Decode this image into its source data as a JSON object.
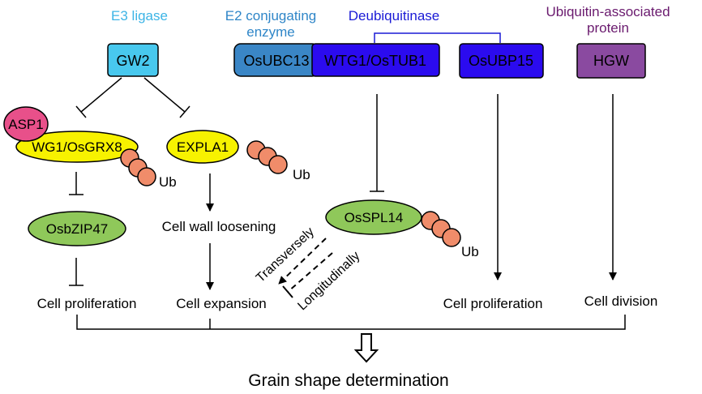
{
  "headers": {
    "e3": "E3 ligase",
    "e2_line1": "E2 conjugating",
    "e2_line2": "enzyme",
    "dub": "Deubiquitinase",
    "uap_line1": "Ubiquitin-associated",
    "uap_line2": "protein"
  },
  "nodes": {
    "gw2": "GW2",
    "osubc13": "OsUBC13",
    "wtg1": "WTG1/OsTUB1",
    "osubp15": "OsUBP15",
    "hgw": "HGW",
    "asp1": "ASP1",
    "wg1": "WG1/OsGRX8",
    "expla1": "EXPLA1",
    "osbzip47": "OsbZIP47",
    "osspl14": "OsSPL14"
  },
  "ub_label": "Ub",
  "outcomes": {
    "cell_wall": "Cell wall loosening",
    "cell_prolif_left": "Cell proliferation",
    "cell_expansion": "Cell expansion",
    "cell_prolif_right": "Cell proliferation",
    "cell_division": "Cell division",
    "transversely": "Transversely",
    "longitudinally": "Longitudinally"
  },
  "result": "Grain shape determination",
  "colors": {
    "e3_text": "#3cb4e6",
    "e2_text": "#2f86c8",
    "dub_text": "#1a1ad6",
    "uap_text": "#6a1a6e",
    "gw2_fill": "#48c8ee",
    "osubc13_fill": "#3a86c6",
    "dub_fill": "#2b0bef",
    "hgw_fill": "#8a4aa0",
    "yellow_fill": "#f7f200",
    "green_fill": "#8fc85a",
    "asp1_fill": "#e8508a",
    "ub_fill": "#f08c6a"
  }
}
